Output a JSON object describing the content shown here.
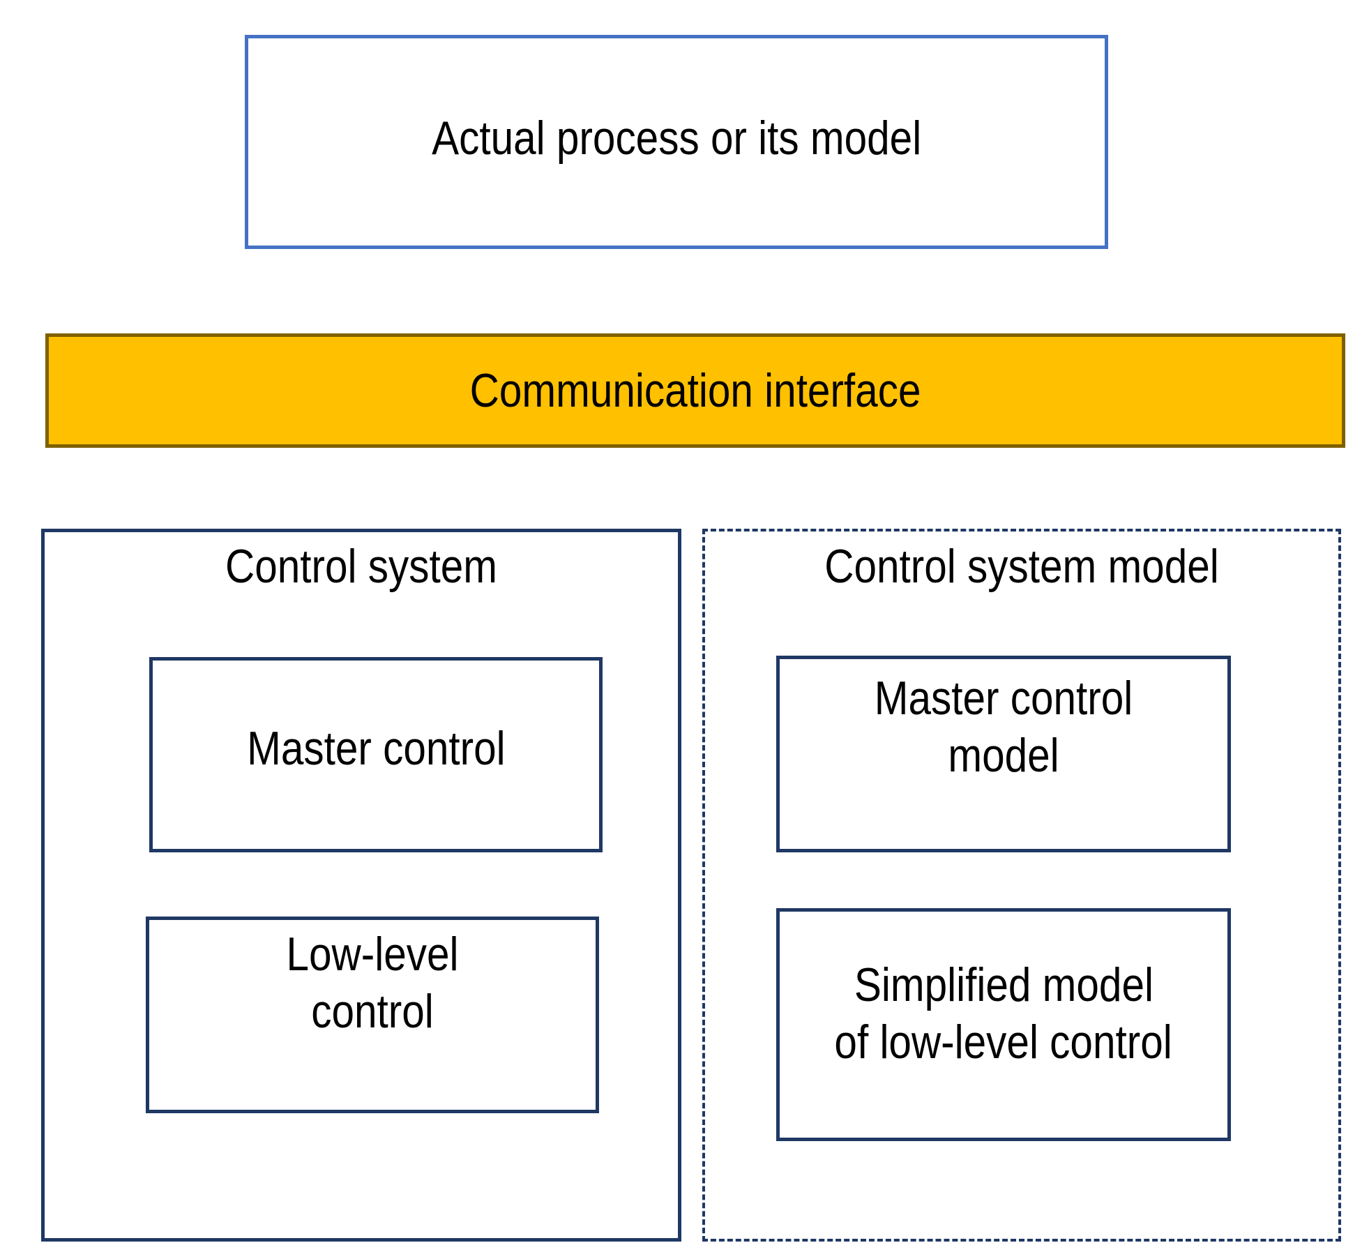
{
  "diagram": {
    "process": {
      "label": "Actual process or its model"
    },
    "interface": {
      "label": "Communication interface"
    },
    "control_system": {
      "title": "Control system",
      "master": {
        "label": "Master control"
      },
      "low_level": {
        "line1": "Low-level",
        "line2": "control"
      }
    },
    "control_system_model": {
      "title": "Control system model",
      "master_model": {
        "line1": "Master control",
        "line2": "model"
      },
      "simplified": {
        "line1": "Simplified model",
        "line2": "of low-level control"
      }
    }
  },
  "colors": {
    "process_border": "#4472c4",
    "interface_fill": "#ffc000",
    "interface_border": "#7f6000",
    "control_border": "#1f3864"
  }
}
